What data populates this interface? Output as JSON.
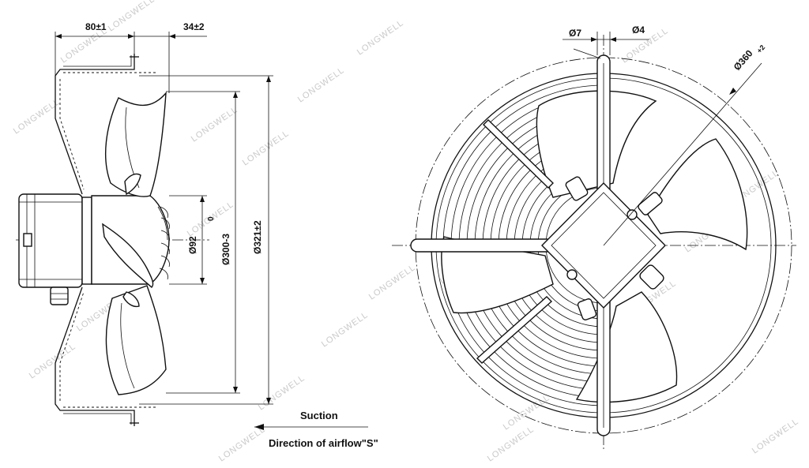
{
  "dimensions": {
    "d80": "80±1",
    "d34": "34±2",
    "d92": "Ø92",
    "d300_main": "Ø300-3",
    "d300_tol": "0",
    "d321": "Ø321±2",
    "d7": "Ø7",
    "d4": "Ø4",
    "d360": "Ø360",
    "d360_tol": "+2"
  },
  "labels": {
    "suction": "Suction",
    "airflow": "Direction of airflow\"S\""
  },
  "watermark": "LONGWELL"
}
